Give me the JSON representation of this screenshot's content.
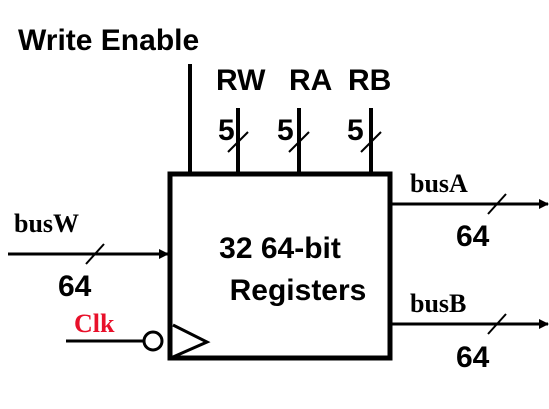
{
  "title": "Write Enable",
  "block": {
    "line1": "32 64-bit",
    "line2": "Registers"
  },
  "address_inputs": [
    {
      "name": "RW",
      "width": "5"
    },
    {
      "name": "RA",
      "width": "5"
    },
    {
      "name": "RB",
      "width": "5"
    }
  ],
  "input_bus": {
    "name": "busW",
    "width": "64"
  },
  "outputs": [
    {
      "name": "busA",
      "width": "64"
    },
    {
      "name": "busB",
      "width": "64"
    }
  ],
  "clock": {
    "name": "Clk",
    "color": "#e8102a"
  }
}
